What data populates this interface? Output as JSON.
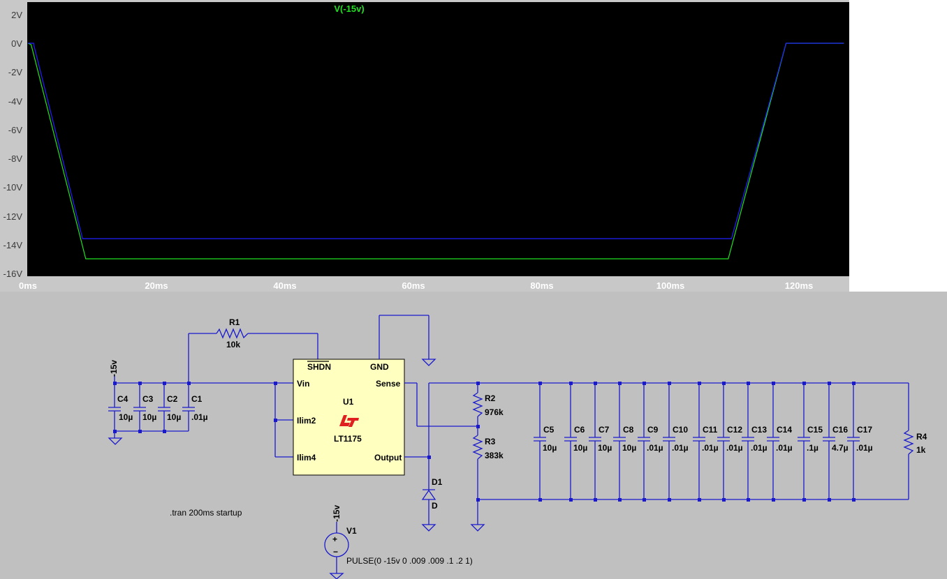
{
  "plot": {
    "trace_name": "V(-15v)",
    "y_ticks": [
      "2V",
      "0V",
      "-2V",
      "-4V",
      "-6V",
      "-8V",
      "-10V",
      "-12V",
      "-14V",
      "-16V"
    ],
    "x_ticks": [
      "0ms",
      "20ms",
      "40ms",
      "60ms",
      "80ms",
      "100ms",
      "120ms"
    ]
  },
  "chart_data": {
    "type": "line",
    "title": "V(-15v)",
    "xlabel": "",
    "ylabel": "",
    "x_unit": "ms",
    "y_unit": "V",
    "xlim": [
      0,
      127
    ],
    "ylim": [
      -16,
      2
    ],
    "grid": false,
    "series": [
      {
        "name": "V(-15v)",
        "color": "#22e022",
        "x": [
          0,
          0.5,
          9,
          109,
          118,
          127
        ],
        "y": [
          0,
          -0.1,
          -15,
          -15,
          0,
          0
        ]
      },
      {
        "color": "#2020ff",
        "x": [
          0,
          0.9,
          0.9,
          8.5,
          109.5,
          118,
          127
        ],
        "y": [
          0,
          0,
          -0.1,
          -13.6,
          -13.6,
          0,
          0
        ]
      }
    ]
  },
  "schematic": {
    "r1": {
      "name": "R1",
      "value": "10k"
    },
    "r2": {
      "name": "R2",
      "value": "976k"
    },
    "r3": {
      "name": "R3",
      "value": "383k"
    },
    "r4": {
      "name": "R4",
      "value": "1k"
    },
    "u1": {
      "name": "U1",
      "part": "LT1175",
      "pins": {
        "shdn": "SHDN",
        "gnd": "GND",
        "vin": "Vin",
        "sense": "Sense",
        "ilim2": "Ilim2",
        "ilim4": "Ilim4",
        "output": "Output"
      }
    },
    "d1": {
      "name": "D1",
      "part": "D"
    },
    "v1": {
      "name": "V1",
      "value": "PULSE(0 -15v 0 .009 .009 .1 .2 1)"
    },
    "net_label_1": "-15v",
    "net_label_2": "-15v",
    "directive": ".tran 200ms startup",
    "input_caps": [
      {
        "name": "C4",
        "value": "10µ"
      },
      {
        "name": "C3",
        "value": "10µ"
      },
      {
        "name": "C2",
        "value": "10µ"
      },
      {
        "name": "C1",
        "value": ".01µ"
      }
    ],
    "output_caps": [
      {
        "name": "C5",
        "value": "10µ"
      },
      {
        "name": "C6",
        "value": "10µ"
      },
      {
        "name": "C7",
        "value": "10µ"
      },
      {
        "name": "C8",
        "value": "10µ"
      },
      {
        "name": "C9",
        "value": ".01µ"
      },
      {
        "name": "C10",
        "value": ".01µ"
      },
      {
        "name": "C11",
        "value": ".01µ"
      },
      {
        "name": "C12",
        "value": ".01µ"
      },
      {
        "name": "C13",
        "value": ".01µ"
      },
      {
        "name": "C14",
        "value": ".01µ"
      },
      {
        "name": "C15",
        "value": ".1µ"
      },
      {
        "name": "C16",
        "value": "4.7µ"
      },
      {
        "name": "C17",
        "value": ".01µ"
      }
    ]
  }
}
